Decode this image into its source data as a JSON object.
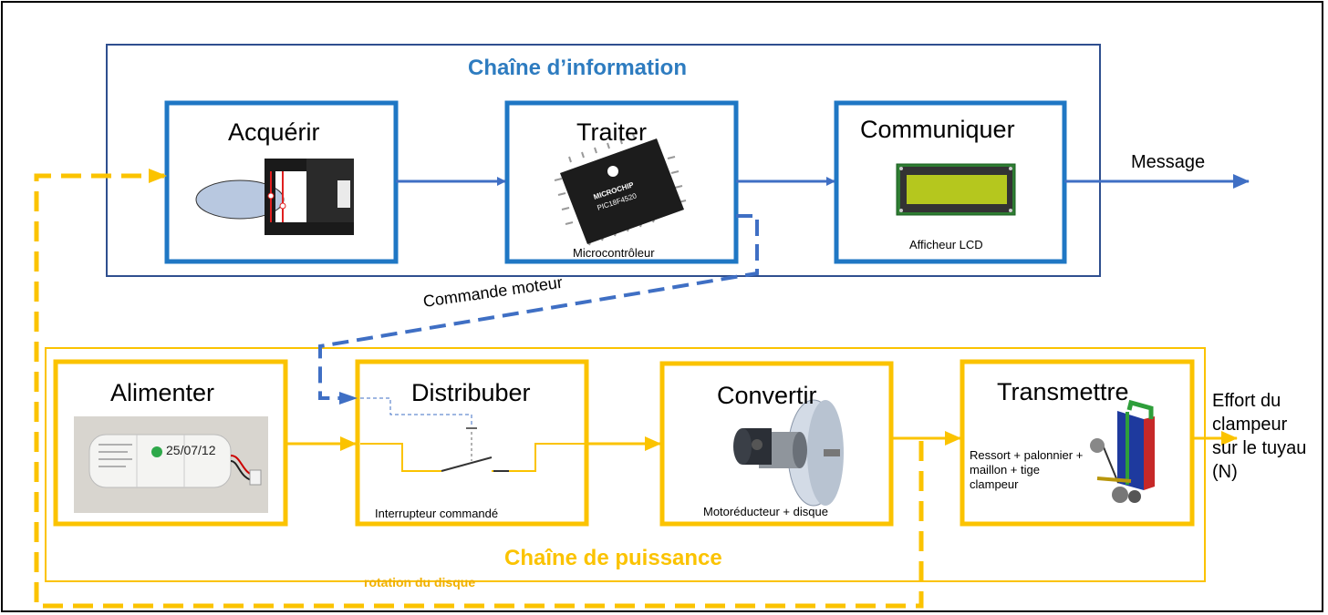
{
  "colors": {
    "info": "#3f6fc4",
    "power": "#fbc300",
    "info_title": "#2e7cc0",
    "power_title": "#fbc300",
    "feedback_text": "#f0b000"
  },
  "info_chain": {
    "title": "Chaîne d’information",
    "blocks": [
      {
        "name": "Acquérir",
        "caption": "",
        "icon": "optical-fork-sensor-icon"
      },
      {
        "name": "Traiter",
        "caption": "Microcontrôleur",
        "icon": "microchip-icon",
        "chip_brand": "MICROCHIP",
        "chip_ref": "PIC18F4520"
      },
      {
        "name": "Communiquer",
        "caption": "Afficheur LCD",
        "icon": "lcd-display-icon"
      }
    ],
    "output": "Message"
  },
  "power_chain": {
    "title": "Chaîne de puissance",
    "blocks": [
      {
        "name": "Alimenter",
        "caption": "",
        "icon": "battery-pack-icon",
        "battery_date": "25/07/12"
      },
      {
        "name": "Distribuber",
        "caption": "Interrupteur commandé",
        "icon": "switch-schematic-icon"
      },
      {
        "name": "Convertir",
        "caption": "Motoréducteur + disque",
        "icon": "gear-motor-icon"
      },
      {
        "name": "Transmettre",
        "caption": "Ressort + palonnier + maillon + tige clampeur",
        "icon": "clamp-mechanism-icon"
      }
    ],
    "output": "Effort du clampeur sur le tuyau (N)"
  },
  "links": {
    "command": "Commande moteur",
    "feedback": "rotation du disque"
  }
}
